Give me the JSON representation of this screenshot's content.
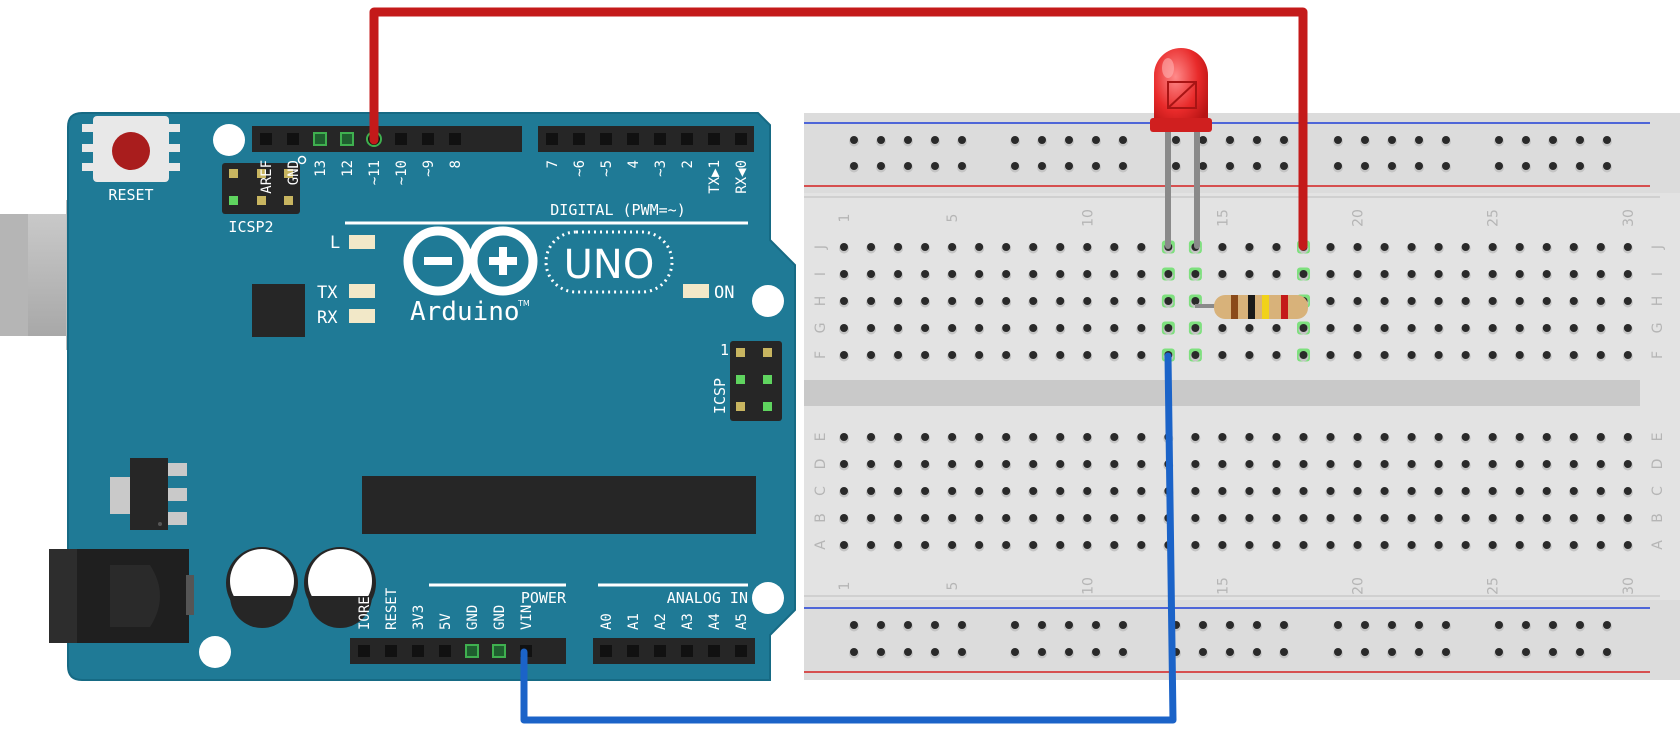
{
  "arduino": {
    "reset_label": "RESET",
    "icsp2_label": "ICSP2",
    "icsp_label": "ICSP",
    "icsp_pin1": "1",
    "digital_label": "DIGITAL (PWM=~)",
    "power_label": "POWER",
    "analog_label": "ANALOG IN",
    "led_l": "L",
    "led_tx": "TX",
    "led_rx": "RX",
    "led_on": "ON",
    "uno_label": "UNO",
    "brand": "Arduino",
    "tm": "TM",
    "header_top_left": [
      "AREF",
      "GND",
      "13",
      "12",
      "~11",
      "~10",
      "~9",
      "8"
    ],
    "header_top_right": [
      "7",
      "~6",
      "~5",
      "4",
      "~3",
      "2",
      "TX▶1",
      "RX◀0"
    ],
    "header_power": [
      "IOREF",
      "RESET",
      "3V3",
      "5V",
      "GND",
      "GND",
      "VIN"
    ],
    "header_analog": [
      "A0",
      "A1",
      "A2",
      "A3",
      "A4",
      "A5"
    ],
    "colors": {
      "board": "#1f7a96",
      "board_edge": "#166a84",
      "header": "#262626",
      "silk": "#ffffff"
    }
  },
  "breadboard": {
    "row_letters_top": [
      "J",
      "I",
      "H",
      "G",
      "F"
    ],
    "row_letters_bottom": [
      "E",
      "D",
      "C",
      "B",
      "A"
    ],
    "column_numbers": [
      "1",
      "5",
      "10",
      "15",
      "20",
      "25",
      "30"
    ],
    "colors": {
      "body": "#e3e3e3",
      "rail_blue": "#1e3fd6",
      "rail_red": "#d42020",
      "hole": "#2a2a2a",
      "active": "#7ee07e"
    }
  },
  "wires": {
    "colors": {
      "red": "#c41a1a",
      "blue": "#1b63c8"
    }
  },
  "components": {
    "led": {
      "color": "#e82a2a"
    },
    "resistor": {
      "color": "#d8b27a"
    }
  }
}
